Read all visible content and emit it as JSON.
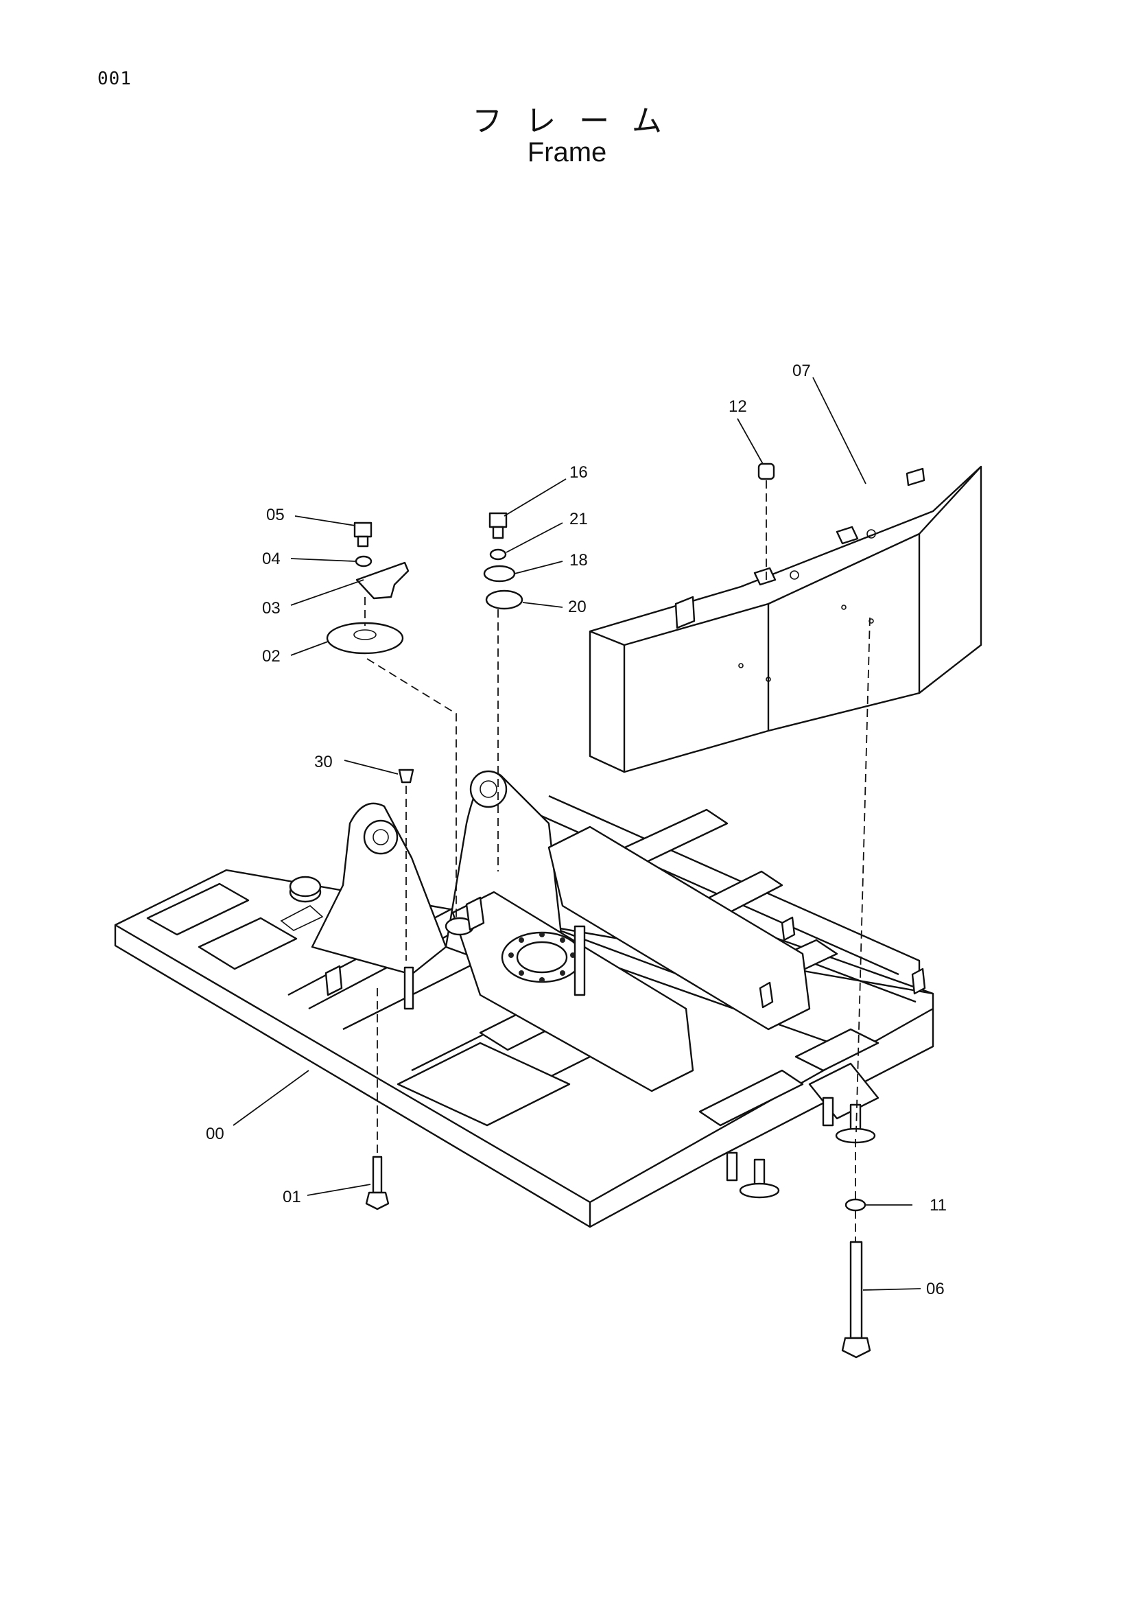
{
  "page": {
    "number": "001"
  },
  "title": {
    "japanese": "フレーム",
    "english": "Frame"
  },
  "callouts": [
    {
      "id": "00"
    },
    {
      "id": "01"
    },
    {
      "id": "02"
    },
    {
      "id": "03"
    },
    {
      "id": "04"
    },
    {
      "id": "05"
    },
    {
      "id": "06"
    },
    {
      "id": "07"
    },
    {
      "id": "11"
    },
    {
      "id": "12"
    },
    {
      "id": "16"
    },
    {
      "id": "18"
    },
    {
      "id": "20"
    },
    {
      "id": "21"
    },
    {
      "id": "30"
    }
  ]
}
